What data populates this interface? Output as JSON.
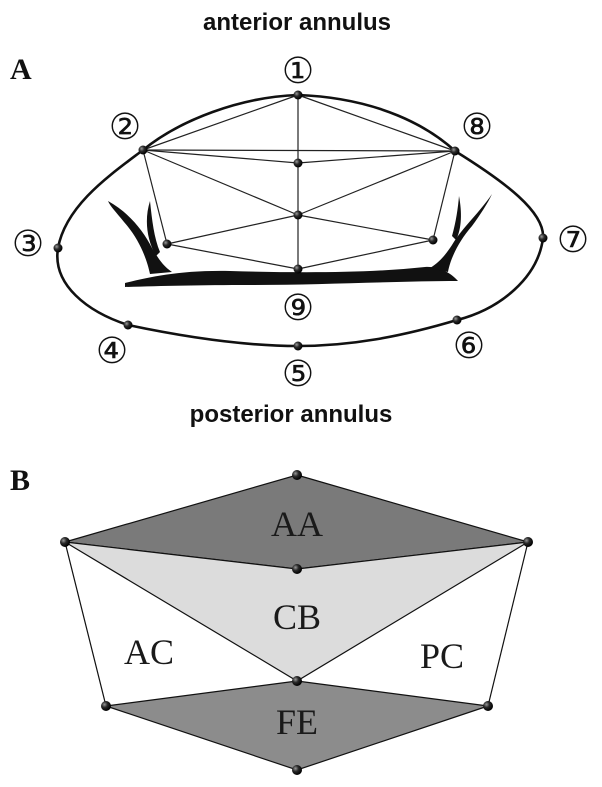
{
  "panel_a": {
    "letter": "A",
    "top_label": "anterior annulus",
    "bottom_label": "posterior annulus",
    "markers": [
      "①",
      "②",
      "③",
      "④",
      "⑤",
      "⑥",
      "⑦",
      "⑧",
      "⑨"
    ]
  },
  "panel_b": {
    "letter": "B",
    "regions": {
      "aa": "AA",
      "cb": "CB",
      "ac": "AC",
      "pc": "PC",
      "fe": "FE"
    }
  },
  "colors": {
    "aa_fill": "#7a7a7a",
    "cb_fill": "#dcdcdc",
    "fe_fill": "#8c8c8c",
    "stroke": "#111111"
  }
}
